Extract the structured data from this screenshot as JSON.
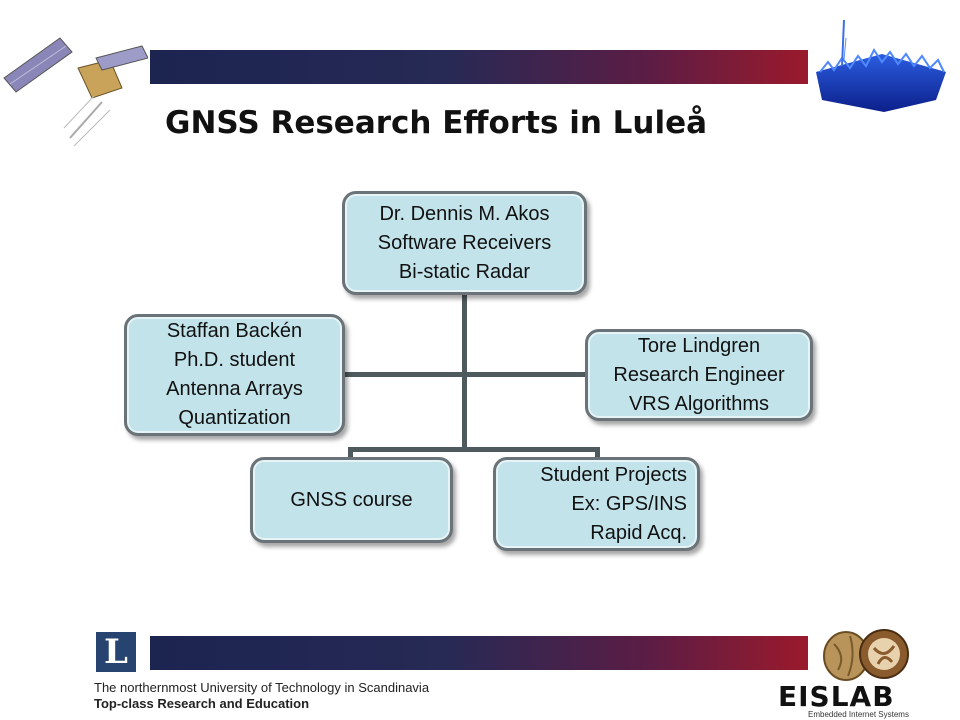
{
  "title": "GNSS Research Efforts in Luleå",
  "nodes": {
    "akos": [
      "Dr. Dennis M. Akos",
      "Software Receivers",
      "Bi-static Radar"
    ],
    "backen": [
      "Staffan Backén",
      "Ph.D. student",
      "Antenna Arrays",
      "Quantization"
    ],
    "lindgren": [
      "Tore Lindgren",
      "Research Engineer",
      "VRS Algorithms"
    ],
    "course": [
      "GNSS course"
    ],
    "projects": [
      "Student Projects",
      "Ex: GPS/INS",
      "Rapid Acq."
    ]
  },
  "footer": {
    "lulea_logo_letter": "L",
    "univ_line1": "The northernmost University of Technology in Scandinavia",
    "univ_line2": "Top-class Research and Education",
    "eislab_name": "EISLAB",
    "eislab_tagline": "Embedded Internet Systems"
  },
  "colors": {
    "node_fill": "#c3e3ea",
    "node_border": "#6a7377",
    "band_start": "#1c2450",
    "band_end": "#9a1a2c"
  },
  "icons": [
    "satellite-image",
    "surface-plot-image",
    "lulea-logo",
    "nut-image",
    "eislab-logo"
  ]
}
